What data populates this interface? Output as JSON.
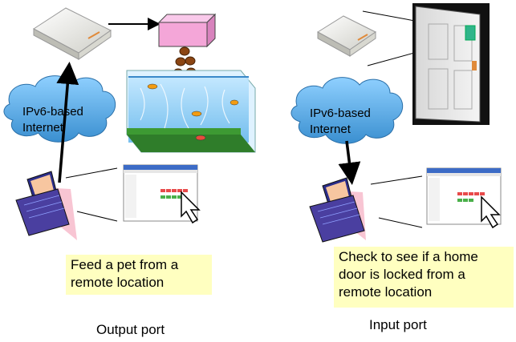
{
  "left_panel": {
    "cloud_label_line1": "IPv6-based",
    "cloud_label_line2": "Internet",
    "caption_line1": "Feed a pet from a",
    "caption_line2": "remote location",
    "port_label": "Output port"
  },
  "right_panel": {
    "cloud_label_line1": "IPv6-based",
    "cloud_label_line2": "Internet",
    "caption_line1": "Check to see if a home",
    "caption_line2": "door is locked from a",
    "caption_line3": "remote location",
    "port_label": "Input port"
  },
  "colors": {
    "cloud": "#5aa8e0",
    "caption_bg": "#ffffc0",
    "feeder_box": "#f4a6d8",
    "food_pellet": "#8b4513",
    "tank_water": "#7fc8f2",
    "tank_gravel": "#2f7d2a",
    "door": "#e6e6e6",
    "door_frame": "#111111",
    "lock": "#2fb58a"
  }
}
